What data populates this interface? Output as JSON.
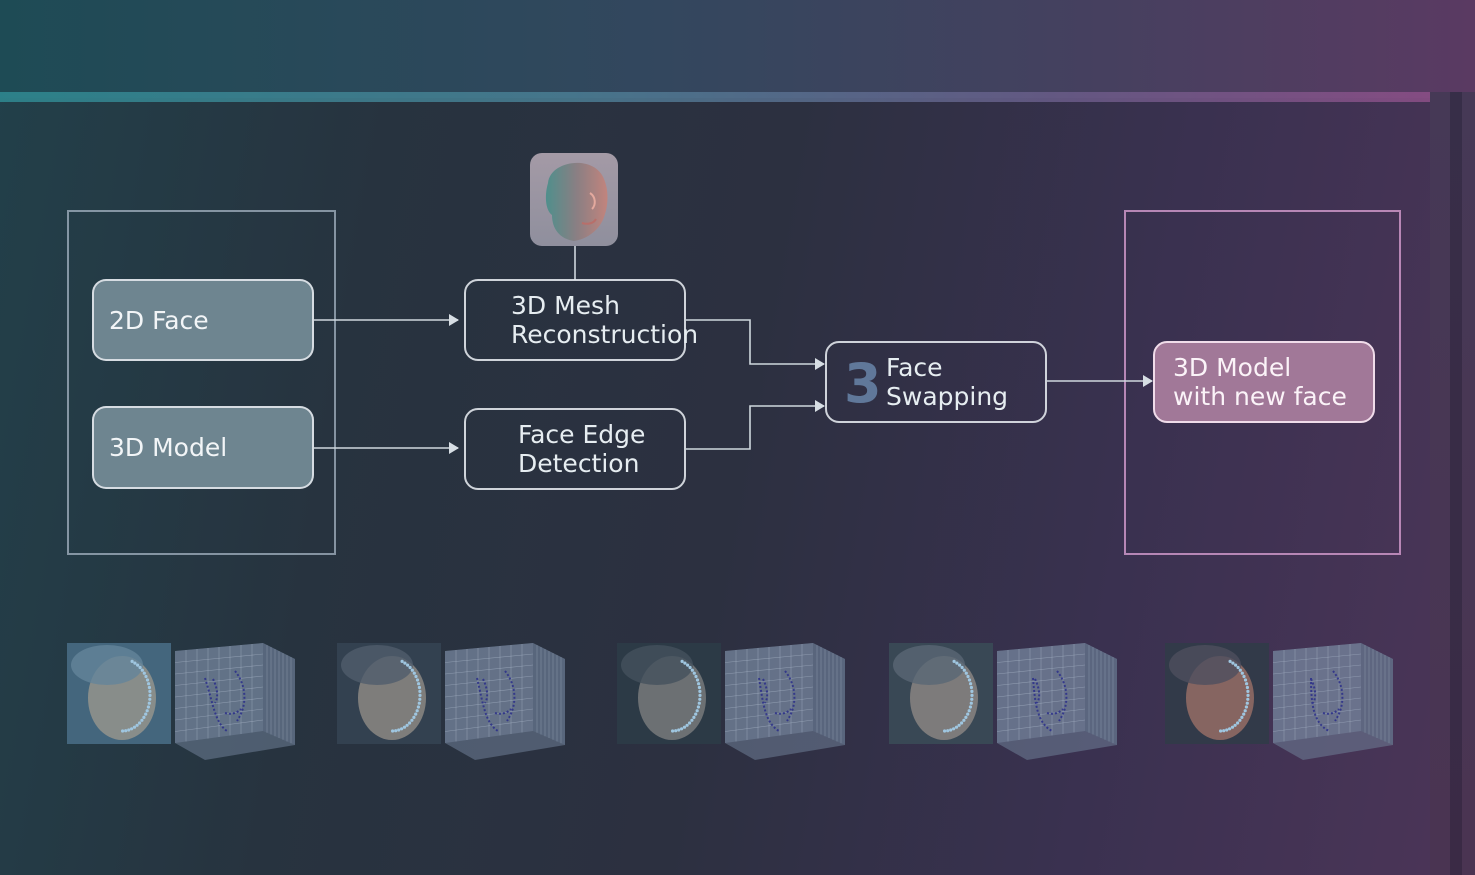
{
  "diagram": {
    "nodes": {
      "face2d": "2D Face",
      "model3d": "3D Model",
      "mesh": [
        "3D Mesh",
        "Reconstruction"
      ],
      "edge": [
        "Face Edge",
        "Detection"
      ],
      "swap_step": "3",
      "swap": [
        "Face",
        "Swapping"
      ],
      "output": [
        "3D Model",
        "with new face"
      ]
    },
    "examples": [
      {
        "photo": "face-photo-1",
        "plot": "landmark-plot-1"
      },
      {
        "photo": "face-photo-2",
        "plot": "landmark-plot-2"
      },
      {
        "photo": "face-photo-3",
        "plot": "landmark-plot-3"
      },
      {
        "photo": "face-photo-4",
        "plot": "landmark-plot-4"
      },
      {
        "photo": "face-photo-5",
        "plot": "landmark-plot-5"
      }
    ]
  },
  "colors": {
    "accent_teal": "#2f8a92",
    "accent_pink": "#a17898",
    "input_fill": "#6e8590",
    "step_number": "#60789a"
  }
}
